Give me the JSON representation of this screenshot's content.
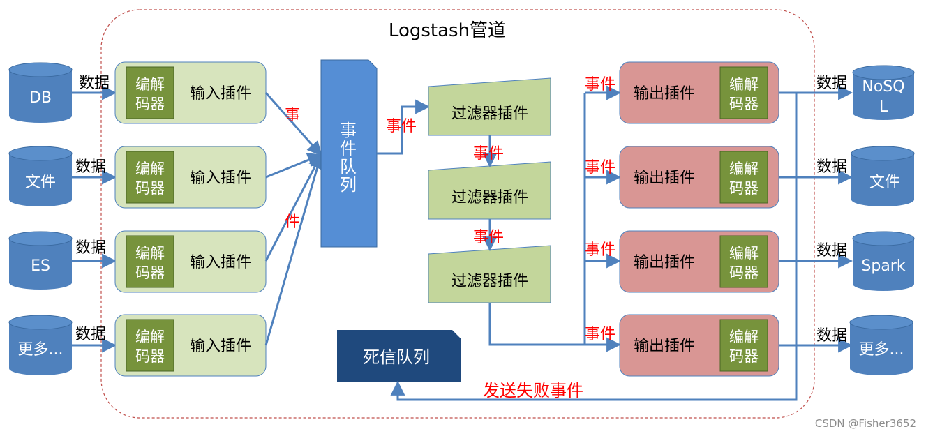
{
  "title": "Logstash管道",
  "sources": [
    {
      "label": "DB",
      "edge": "数据"
    },
    {
      "label": "文件",
      "edge": "数据"
    },
    {
      "label": "ES",
      "edge": "数据"
    },
    {
      "label": "更多...",
      "edge": "数据"
    }
  ],
  "codec_label_line1": "编解",
  "codec_label_line2": "码器",
  "input_plugin_label": "输入插件",
  "input_edge_chars": {
    "top": "事",
    "bottom": "件"
  },
  "event_queue": {
    "chars": [
      "事",
      "件",
      "队",
      "列"
    ]
  },
  "queue_to_filter_label": "事件",
  "filters": [
    {
      "label": "过滤器插件"
    },
    {
      "label": "过滤器插件"
    },
    {
      "label": "过滤器插件"
    }
  ],
  "filter_edge_labels": [
    "事件",
    "事件"
  ],
  "output_edge_labels": [
    "事件",
    "事件",
    "事件",
    "事件"
  ],
  "output_plugin_label": "输出插件",
  "destinations": [
    {
      "line1": "NoSQ",
      "line2": "L",
      "edge": "数据"
    },
    {
      "line1": "文件",
      "line2": "",
      "edge": "数据"
    },
    {
      "line1": "Spark",
      "line2": "",
      "edge": "数据"
    },
    {
      "line1": "更多...",
      "line2": "",
      "edge": "数据"
    }
  ],
  "dead_letter_queue": "死信队列",
  "failed_events_label": "发送失败事件",
  "watermark": "CSDN @Fisher3652",
  "colors": {
    "cylinder": "#4f81bd",
    "cylinder_top": "#5b8fcb",
    "input_fill": "#d7e4bd",
    "codec_fill": "#77933c",
    "filter_fill": "#c3d69b",
    "output_fill": "#d99694",
    "queue_fill": "#558ed5",
    "dead_letter_fill": "#1f497d",
    "arrow": "#4f81bd",
    "red_text": "#ff0000",
    "dashed_border": "#c0504d"
  }
}
